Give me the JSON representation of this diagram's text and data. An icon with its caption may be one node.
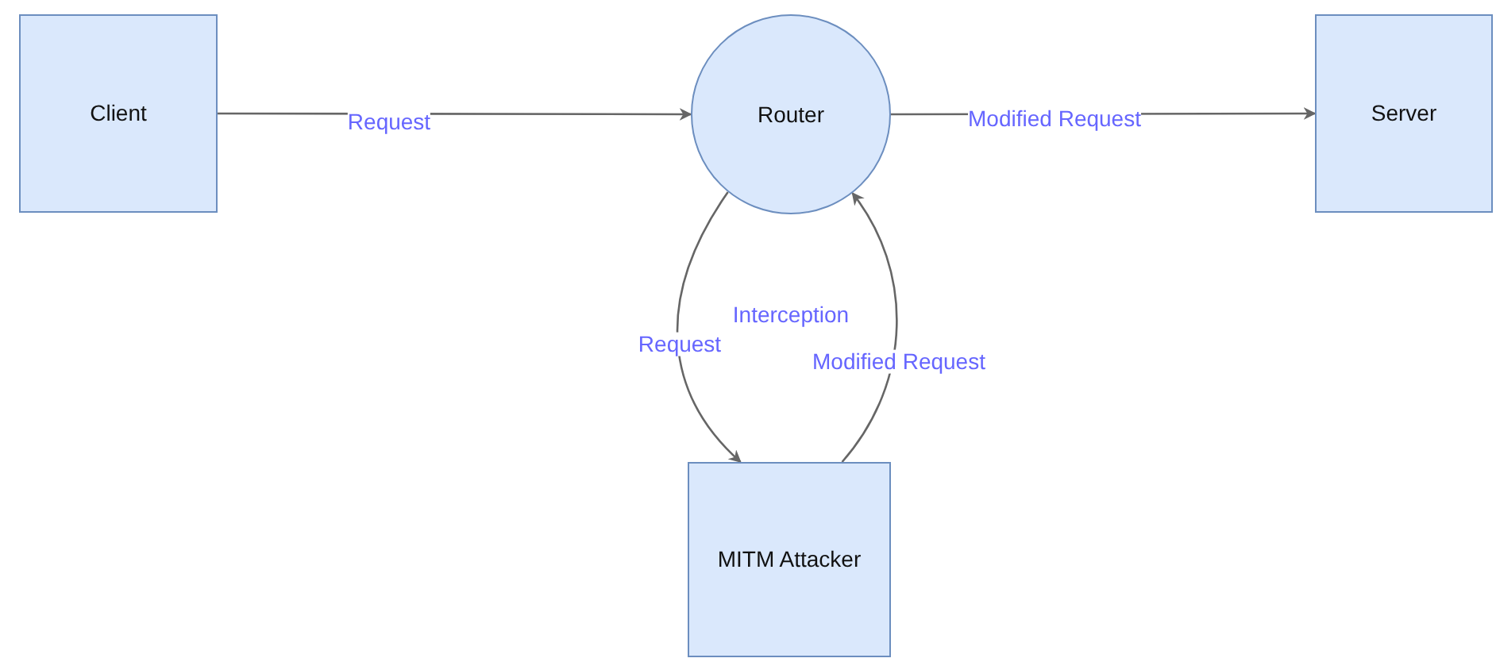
{
  "diagram": {
    "nodes": [
      {
        "text": [
          "Client"
        ]
      },
      {
        "text": [
          "Router"
        ]
      },
      {
        "text": [
          "Server"
        ]
      },
      {
        "text": [
          "MITM Attacker"
        ]
      }
    ],
    "edges": [
      {
        "from": 0,
        "to": 1,
        "arrow": "to",
        "label": "Request"
      },
      {
        "from": 1,
        "to": 2,
        "arrow": "to",
        "label": "Modified Request"
      },
      {
        "from": 1,
        "to": 3,
        "arrow": "to",
        "label": "Request"
      },
      {
        "from": 3,
        "to": 1,
        "arrow": "to",
        "label": "Modified Request"
      }
    ],
    "labels": [
      "Interception"
    ]
  }
}
